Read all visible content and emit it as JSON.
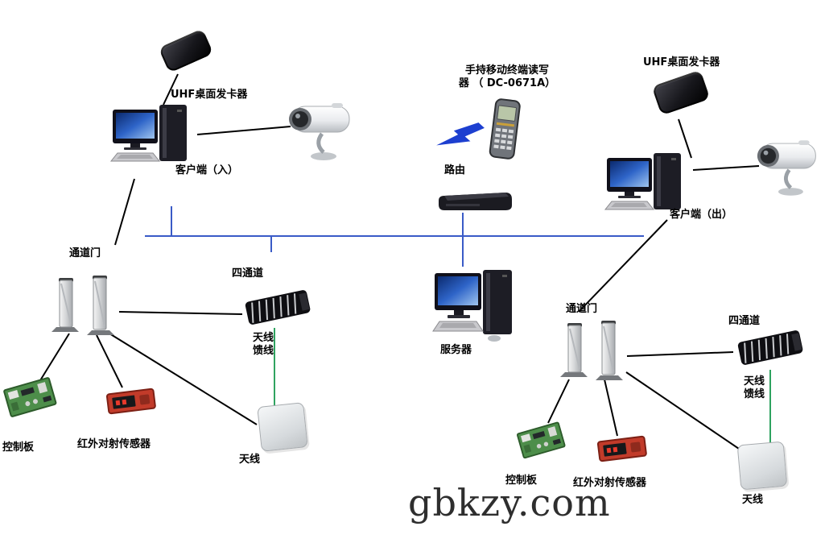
{
  "diagram": {
    "watermark": "gbkzy.com",
    "labels": {
      "uhf_reader_left": "UHF桌面发卡器",
      "client_in": "客户端（入）",
      "handheld_line1": "手持移动终端读写",
      "handheld_line2": "器 （ DC-0671A）",
      "router": "路由",
      "uhf_reader_right": "UHF桌面发卡器",
      "client_out": "客户端（出）",
      "gate_left": "通道门",
      "four_channel_left": "四通道",
      "feeder_left": "天线馈线",
      "antenna_left": "天线",
      "control_board_left": "控制板",
      "ir_sensor_left": "红外对射传感器",
      "server": "服务器",
      "gate_right": "通道门",
      "four_channel_right": "四通道",
      "feeder_right": "天线馈线",
      "antenna_right": "天线",
      "control_board_right": "控制板",
      "ir_sensor_right": "红外对射传感器"
    },
    "colors": {
      "bus_line": "#3a5bc7",
      "feeder_line": "#2fa360",
      "connector_line": "#000000"
    }
  }
}
